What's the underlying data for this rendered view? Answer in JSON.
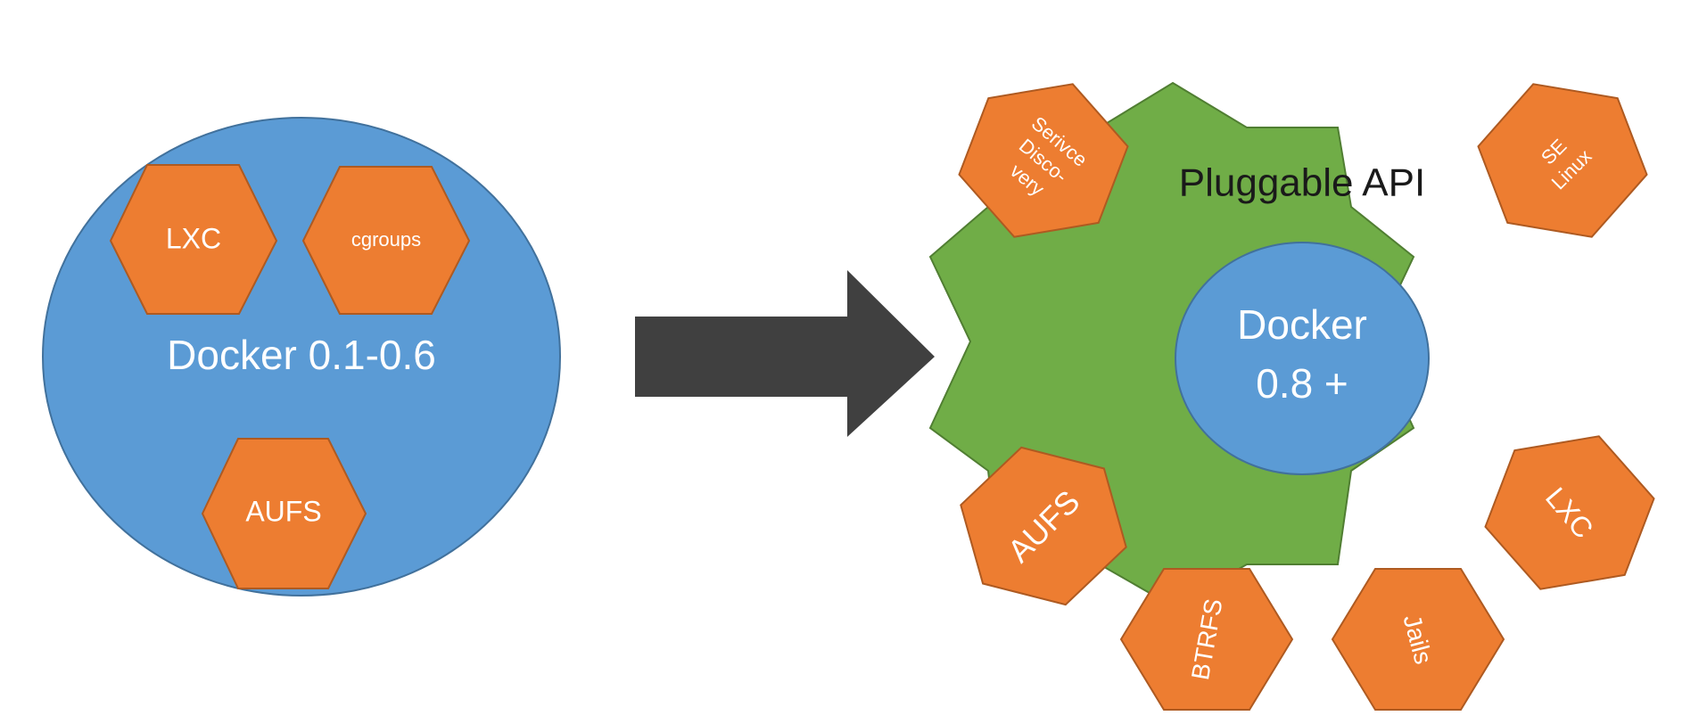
{
  "colors": {
    "docker_blue": "#5B9BD5",
    "docker_blue_stroke": "#41719C",
    "plugin_orange": "#ED7D31",
    "plugin_orange_stroke": "#AE5A21",
    "api_green": "#70AD47",
    "api_green_stroke": "#507E32",
    "arrow": "#404040",
    "label_white": "#FFFFFF",
    "label_dark": "#1A1A1A"
  },
  "left": {
    "title": "Docker 0.1-0.6",
    "components": [
      {
        "key": "lxc",
        "label": "LXC"
      },
      {
        "key": "cgroups",
        "label": "cgroups"
      },
      {
        "key": "aufs",
        "label": "AUFS"
      }
    ]
  },
  "transition": {
    "icon": "right-arrow-icon"
  },
  "right": {
    "api_label": "Pluggable API",
    "core_line1": "Docker",
    "core_line2": "0.8 +",
    "plugins": [
      {
        "key": "service-discovery",
        "lines": [
          "Serivce",
          "Disco-",
          "very"
        ]
      },
      {
        "key": "se-linux",
        "lines": [
          "SE",
          "Linux"
        ]
      },
      {
        "key": "aufs",
        "lines": [
          "AUFS"
        ]
      },
      {
        "key": "btrfs",
        "lines": [
          "BTRFS"
        ]
      },
      {
        "key": "jails",
        "lines": [
          "Jails"
        ]
      },
      {
        "key": "lxc",
        "lines": [
          "LXC"
        ]
      }
    ]
  }
}
